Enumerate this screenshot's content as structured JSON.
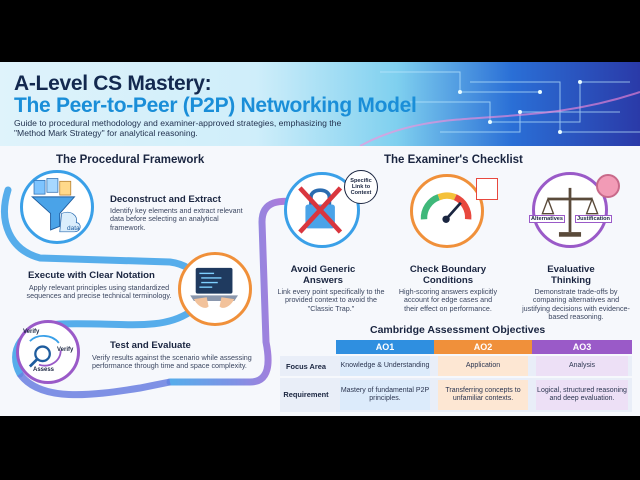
{
  "header": {
    "title_line1": "A-Level CS Mastery:",
    "title_line2": "The Peer-to-Peer (P2P) Networking Model",
    "subtitle": "Guide to procedural methodology and examiner-approved strategies, emphasizing the \"Method Mark Strategy\" for analytical reasoning."
  },
  "framework": {
    "heading": "The Procedural Framework",
    "steps": [
      {
        "title": "Deconstruct and Extract",
        "text": "Identify key elements and extract relevant data before selecting an analytical framework.",
        "icon_label": "data"
      },
      {
        "title": "Execute with Clear Notation",
        "text": "Apply relevant principles using standardized sequences and precise technical terminology."
      },
      {
        "title": "Test and Evaluate",
        "text": "Verify results against the scenario while assessing performance through time and space complexity.",
        "icon_labels": [
          "Verify",
          "Verify",
          "Assess"
        ]
      }
    ]
  },
  "checklist": {
    "heading": "The Examiner's Checklist",
    "items": [
      {
        "title": "Avoid Generic Answers",
        "text": "Link every point specifically to the provided context to avoid the \"Classic Trap.\"",
        "badge": "Specific Link to Context"
      },
      {
        "title": "Check Boundary Conditions",
        "text": "High-scoring answers explicitly account for edge cases and their effect on performance."
      },
      {
        "title": "Evaluative Thinking",
        "text": "Demonstrate trade-offs by comparing alternatives and justifying decisions with evidence-based reasoning.",
        "scale_labels": [
          "Alternatives",
          "Justification"
        ]
      }
    ]
  },
  "objectives": {
    "heading": "Cambridge Assessment Objectives",
    "columns": [
      "AO1",
      "AO2",
      "AO3"
    ],
    "column_colors": [
      "#2f8fe0",
      "#f0903a",
      "#9a5ac8"
    ],
    "rows": [
      {
        "label": "Focus Area",
        "cells": [
          "Knowledge & Understanding",
          "Application",
          "Analysis"
        ]
      },
      {
        "label": "Requirement",
        "cells": [
          "Mastery of fundamental P2P principles.",
          "Transferring concepts to unfamiliar contexts.",
          "Logical, structured reasoning and deep evaluation."
        ]
      }
    ]
  }
}
